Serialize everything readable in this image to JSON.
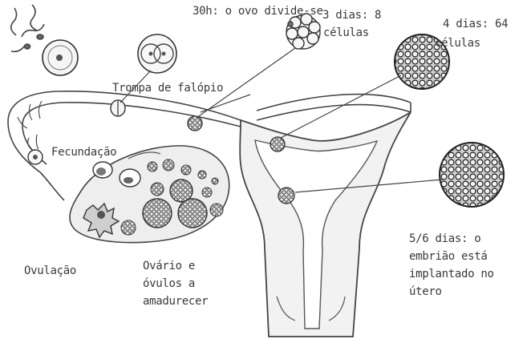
{
  "labels": {
    "step_30h": "30h: o ovo divide-se",
    "step_3dias_line1": "3 dias: 8",
    "step_3dias_line2": "células",
    "step_4dias_line1": "4 dias: 64",
    "step_4dias_line2": "células",
    "trompa": "Trompa de falópio",
    "fecundacao": "Fecundação",
    "ovulacao": "Ovulação",
    "ovario_line1": "Ovário e",
    "ovario_line2": "óvulos a",
    "ovario_line3": "amadurecer",
    "step_56dias_line1": "5/6 dias: o",
    "step_56dias_line2": "embrião está",
    "step_56dias_line3": "implantado no",
    "step_56dias_line4": "útero"
  },
  "colors": {
    "ink": "#3a3a3a",
    "stroke": "#444444",
    "tissue_fill": "#e9e9e9",
    "cell_fill": "#bdbdbd"
  }
}
